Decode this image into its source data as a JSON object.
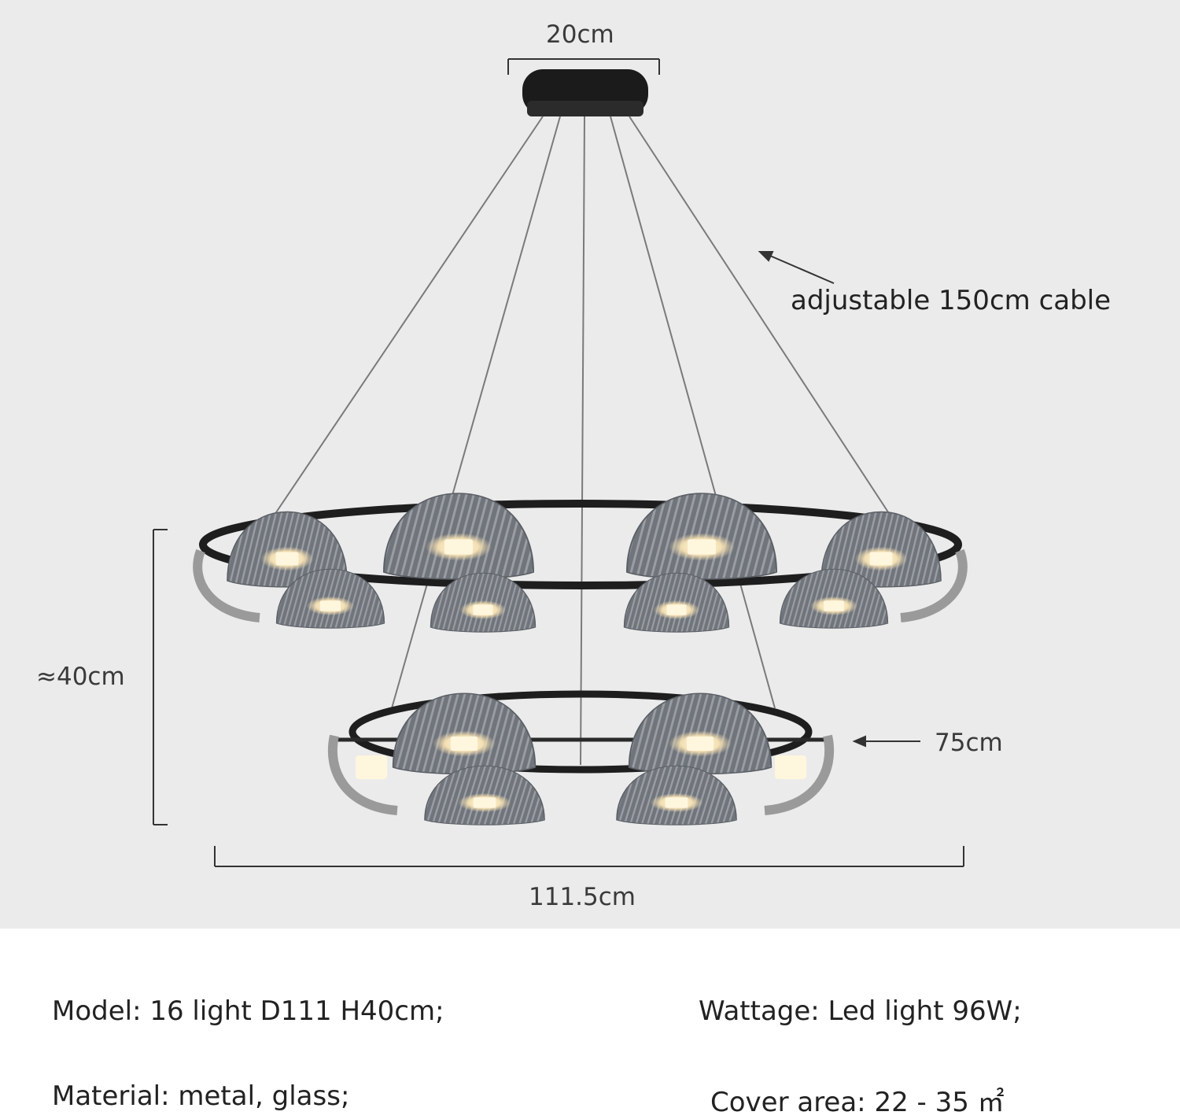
{
  "dimensions": {
    "canopy_width": "20cm",
    "cable": "adjustable 150cm cable",
    "height": "≈40cm",
    "lower_ring_diameter": "75cm",
    "total_width": "111.5cm"
  },
  "specs": {
    "model": "Model: 16 light D111 H40cm;",
    "wattage": "Wattage: Led light 96W;",
    "material": "Material: metal, glass;",
    "cover_area": "Cover area: 22 - 35 ㎡"
  },
  "colors": {
    "background_panel": "#ebebeb",
    "ring": "#1e1e1e",
    "shade": "#6f737a",
    "bulb_glow": "#fff1d0"
  }
}
